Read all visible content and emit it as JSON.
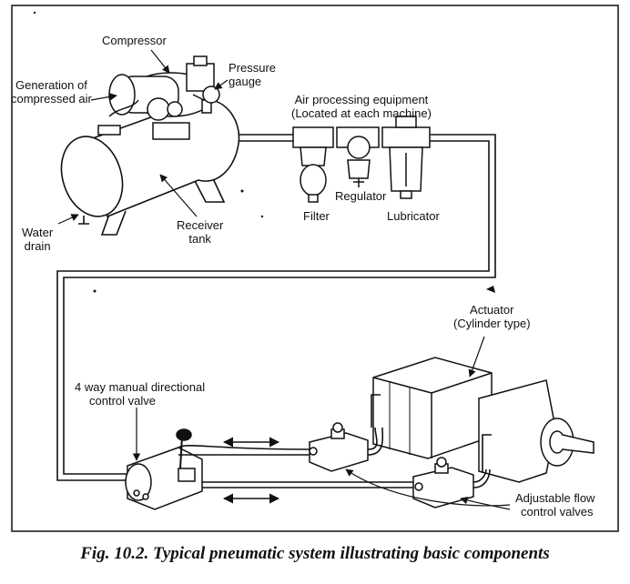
{
  "labels": {
    "compressor": "Compressor",
    "generation_line1": "Generation of",
    "generation_line2": "compressed air",
    "pressure_line1": "Pressure",
    "pressure_line2": "gauge",
    "air_processing_line1": "Air processing equipment",
    "air_processing_line2": "(Located at each machine)",
    "filter": "Filter",
    "regulator": "Regulator",
    "lubricator": "Lubricator",
    "water_drain_line1": "Water",
    "water_drain_line2": "drain",
    "receiver_line1": "Receiver",
    "receiver_line2": "tank",
    "actuator_line1": "Actuator",
    "actuator_line2": "(Cylinder type)",
    "valve_line1": "4 way manual directional",
    "valve_line2": "control valve",
    "flow_valves_line1": "Adjustable flow",
    "flow_valves_line2": "control valves"
  },
  "caption": "Fig. 10.2. Typical pneumatic system illustrating basic components"
}
